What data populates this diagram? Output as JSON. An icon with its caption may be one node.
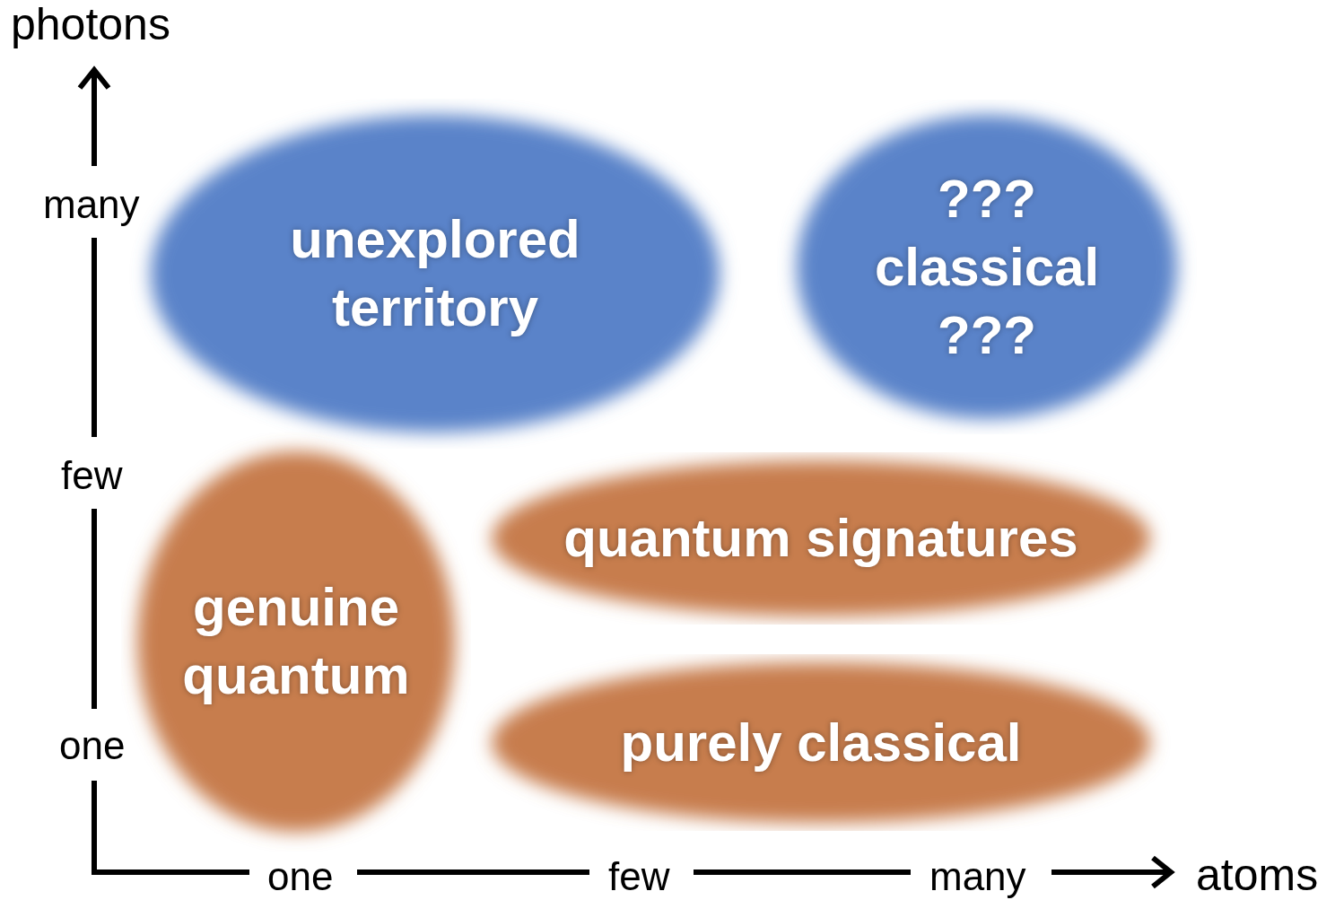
{
  "diagram": {
    "nodes": [
      {
        "text": [
          "unexplored territory"
        ]
      },
      {
        "text": [
          "??? classical ???"
        ]
      },
      {
        "text": [
          "genuine quantum"
        ]
      },
      {
        "text": [
          "quantum signatures"
        ]
      },
      {
        "text": [
          "purely classical"
        ]
      }
    ],
    "labels": [
      "photons",
      "many",
      "few",
      "one",
      "one",
      "few",
      "many",
      "atoms"
    ]
  }
}
